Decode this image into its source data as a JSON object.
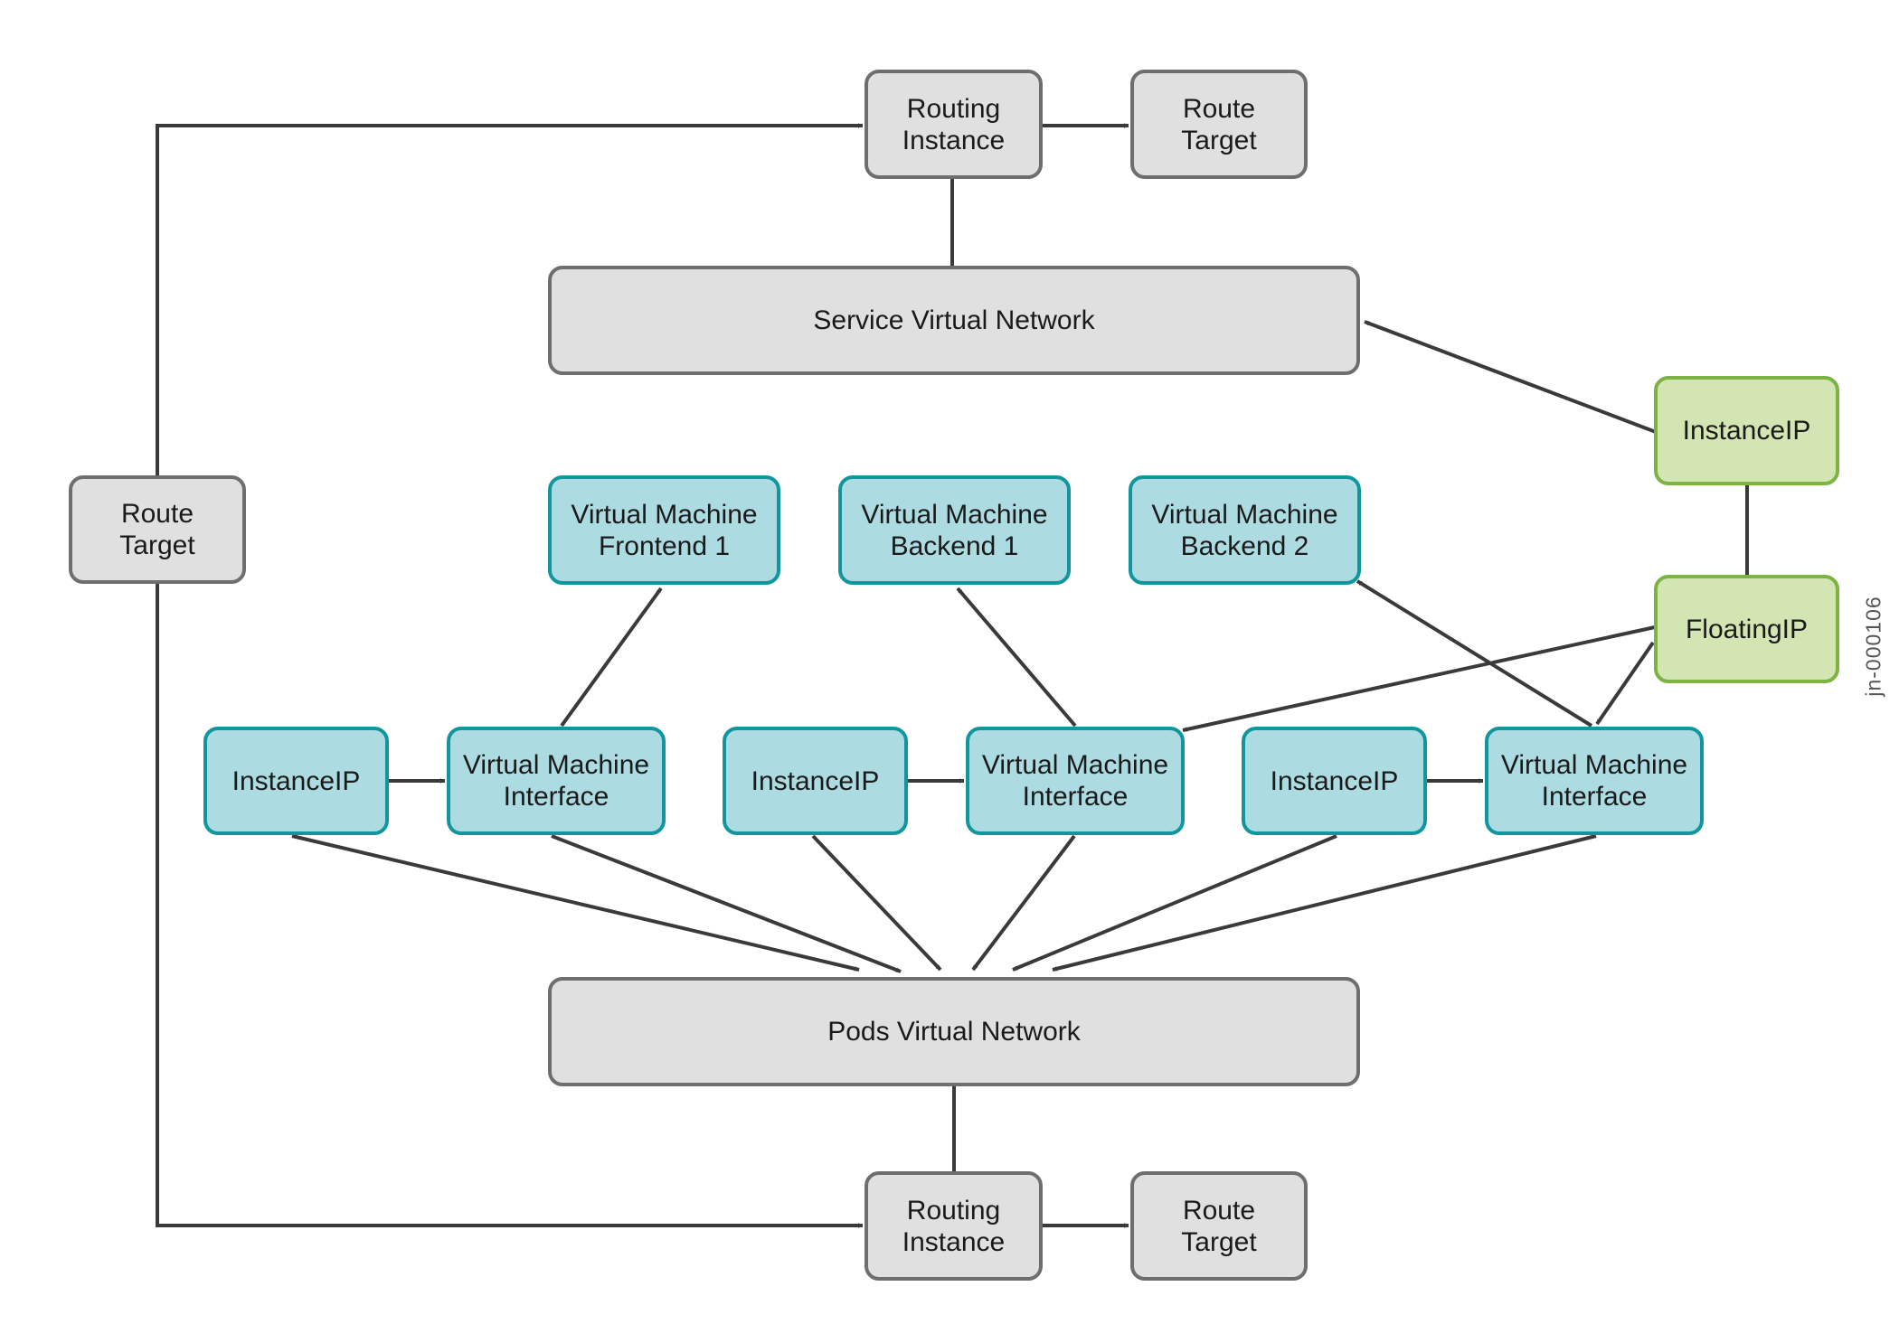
{
  "diagram": {
    "nodes": {
      "routing_instance_top": "Routing\nInstance",
      "route_target_top": "Route\nTarget",
      "service_vn": "Service Virtual Network",
      "instanceip_service": "InstanceIP",
      "floatingip": "FloatingIP",
      "route_target_left": "Route\nTarget",
      "vm_frontend1": "Virtual Machine\nFrontend 1",
      "vm_backend1": "Virtual Machine\nBackend 1",
      "vm_backend2": "Virtual Machine\nBackend 2",
      "instanceip_1": "InstanceIP",
      "vmi_1": "Virtual Machine\nInterface",
      "instanceip_2": "InstanceIP",
      "vmi_2": "Virtual Machine\nInterface",
      "instanceip_3": "InstanceIP",
      "vmi_3": "Virtual Machine\nInterface",
      "pods_vn": "Pods Virtual Network",
      "routing_instance_bottom": "Routing\nInstance",
      "route_target_bottom": "Route\nTarget"
    },
    "watermark": "jn-000106",
    "colors": {
      "gray_fill": "#e0e0e0",
      "gray_border": "#6e6e6e",
      "teal_fill": "#acdce2",
      "teal_border": "#11969e",
      "green_fill": "#d3e5b3",
      "green_border": "#7cb342",
      "edge": "#3a3a3a"
    }
  }
}
